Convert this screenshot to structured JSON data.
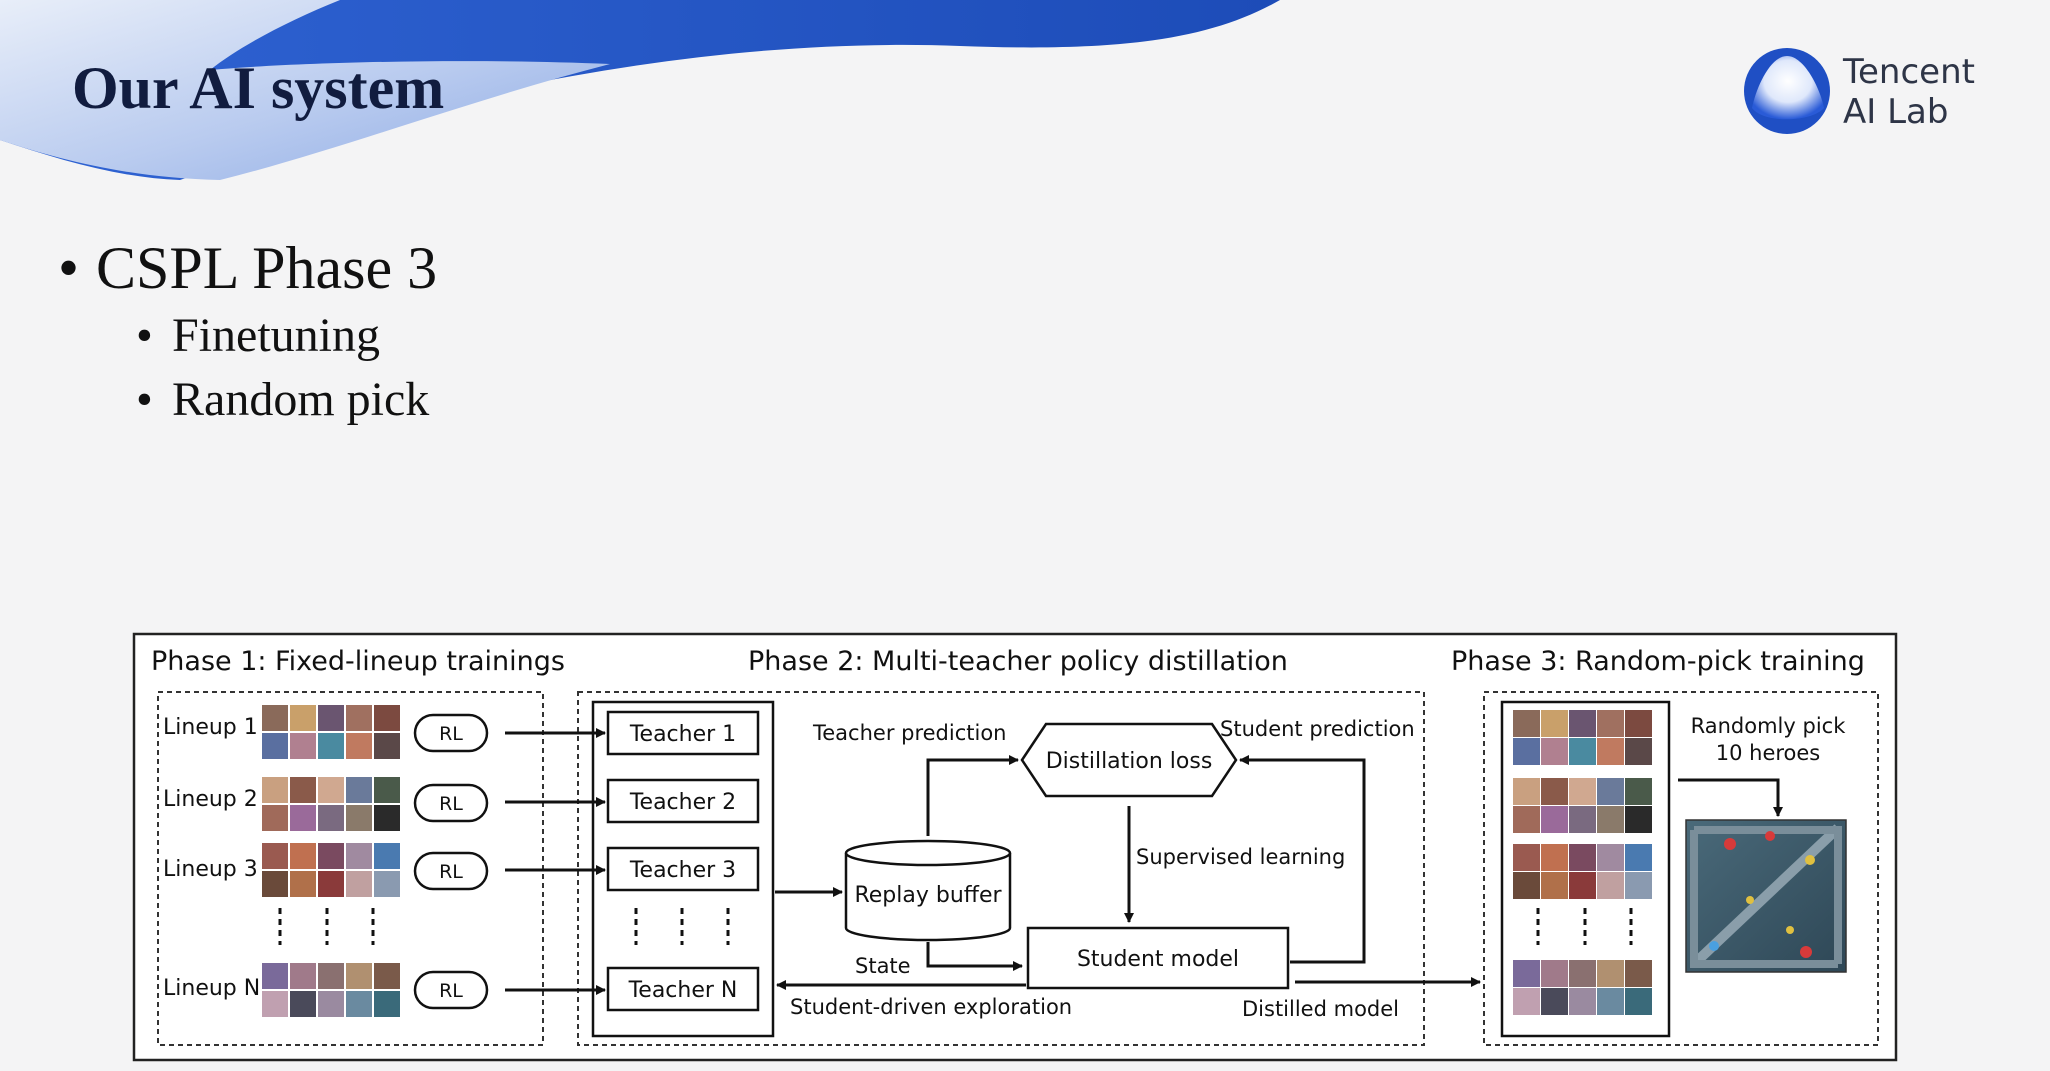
{
  "slide": {
    "title": "Our AI system",
    "logo_lines": [
      "Tencent",
      "AI Lab"
    ],
    "bullet_main": "CSPL Phase 3",
    "sub_bullets": [
      "Finetuning",
      "Random pick"
    ]
  },
  "diagram": {
    "phase1_title": "Phase 1: Fixed-lineup trainings",
    "phase2_title": "Phase 2: Multi-teacher policy distillation",
    "phase3_title": "Phase 3: Random-pick training",
    "lineups": [
      "Lineup 1",
      "Lineup 2",
      "Lineup 3",
      "Lineup N"
    ],
    "rl_label": "RL",
    "teachers": [
      "Teacher 1",
      "Teacher 2",
      "Teacher 3",
      "Teacher N"
    ],
    "replay_buffer": "Replay buffer",
    "distillation_loss": "Distillation loss",
    "student_model": "Student model",
    "teacher_prediction": "Teacher prediction",
    "student_prediction": "Student prediction",
    "supervised_learning": "Supervised learning",
    "state": "State",
    "student_exploration": "Student-driven exploration",
    "distilled_model": "Distilled model",
    "random_pick": [
      "Randomly pick",
      "10 heroes"
    ]
  },
  "colors": {
    "banner_dark": "#1f4fbf",
    "banner_light": "#8fb0e8",
    "title_text": "#111c3f",
    "logo_blue": "#2a5bd7"
  }
}
